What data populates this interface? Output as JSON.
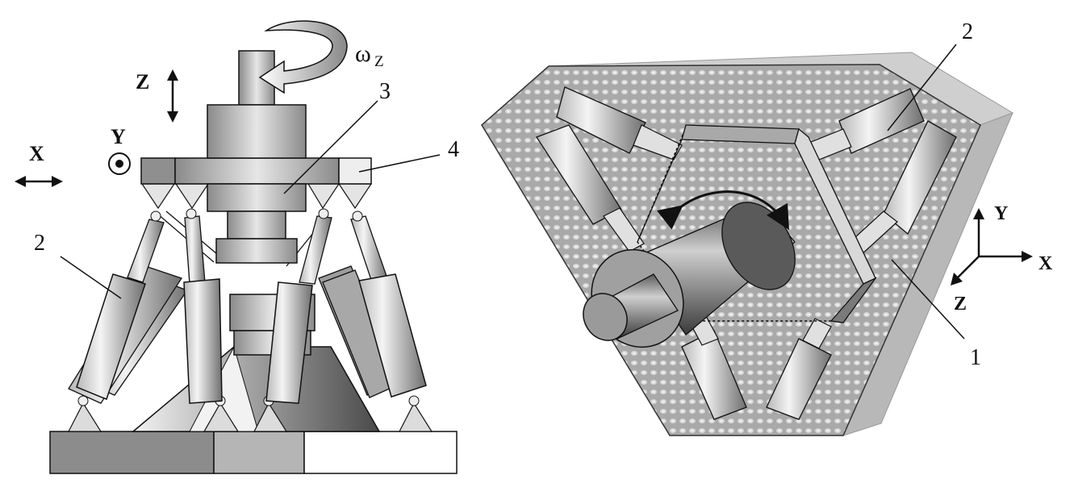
{
  "left_view": {
    "labels": {
      "omega": "ω",
      "omega_sub": "Z",
      "axis_z": "Z",
      "axis_y": "Y",
      "axis_x": "X",
      "part_3": "3",
      "part_4": "4",
      "part_2": "2"
    }
  },
  "right_view": {
    "labels": {
      "part_2": "2",
      "part_1": "1",
      "axis_y": "Y",
      "axis_x": "X",
      "axis_z": "Z"
    }
  },
  "colors": {
    "outline": "#1a1a1a",
    "plate_light": "#d9d9d9",
    "plate_dark": "#9a9a9a",
    "texture": "#a8a8a8"
  }
}
